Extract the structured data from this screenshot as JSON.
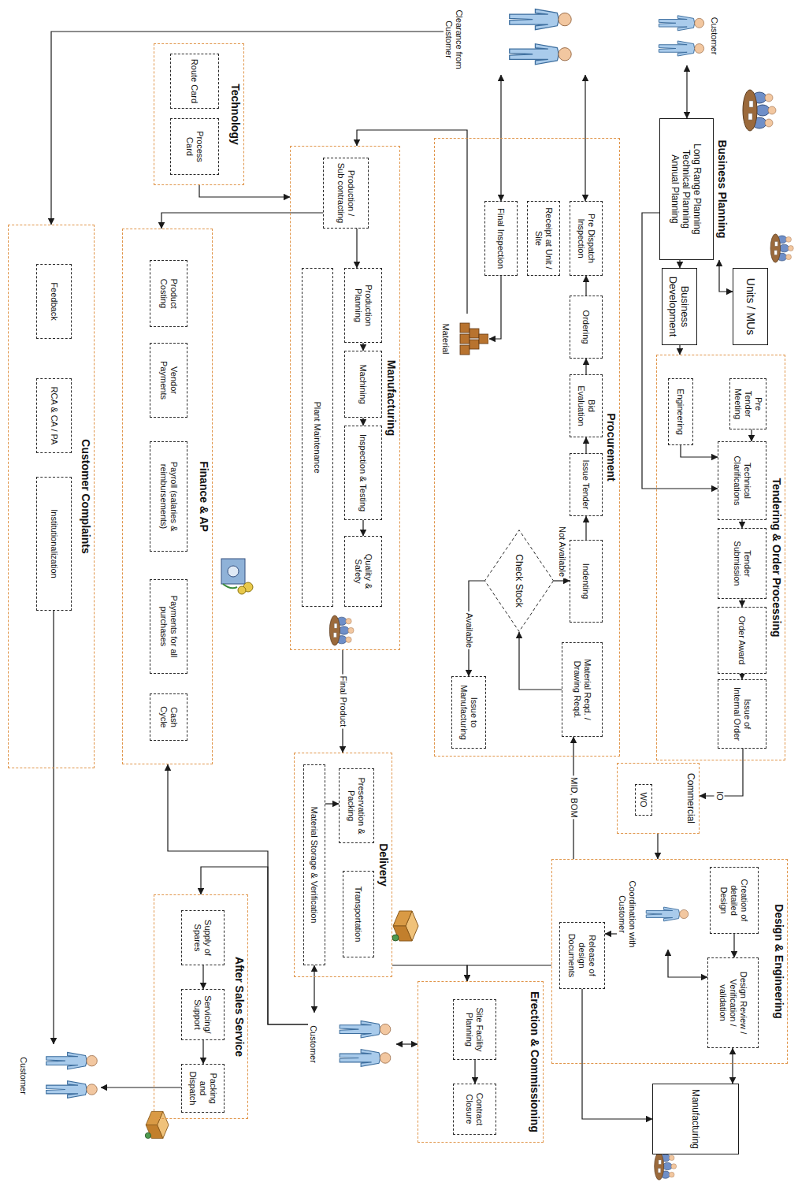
{
  "diagram": {
    "nodes": [
      {
        "text": [
          "Customer"
        ]
      },
      {
        "text": [
          "Business Planning",
          "Long Range Planning Technical Planning Annual Planning"
        ]
      },
      {
        "text": [
          "Units / MUs"
        ]
      },
      {
        "text": [
          "Business Development"
        ]
      },
      {
        "text": [
          "Tendering & Order Processing"
        ]
      },
      {
        "text": [
          "Pre Tender Meeting"
        ],
        "in": 4
      },
      {
        "text": [
          "Engineering"
        ],
        "in": 4
      },
      {
        "text": [
          "Technical Clarifications"
        ],
        "in": 4
      },
      {
        "text": [
          "Tender Submission"
        ],
        "in": 4
      },
      {
        "text": [
          "Order Award"
        ],
        "in": 4
      },
      {
        "text": [
          "Issue of Internal Order"
        ],
        "in": 4
      },
      {
        "text": [
          "Clearance from Customer"
        ]
      },
      {
        "text": [
          "Procurement"
        ]
      },
      {
        "text": [
          "Pre Dispatch Inspection"
        ],
        "in": 12
      },
      {
        "text": [
          "Receipt at Unit / Site"
        ],
        "in": 12
      },
      {
        "text": [
          "Final Inspection"
        ],
        "in": 12
      },
      {
        "text": [
          "Ordering"
        ],
        "in": 12
      },
      {
        "text": [
          "Bid Evaluation"
        ],
        "in": 12
      },
      {
        "text": [
          "Issue Tender"
        ],
        "in": 12
      },
      {
        "text": [
          "Indenting"
        ],
        "in": 12
      },
      {
        "text": [
          "Material Reqd. / Drawing Reqd."
        ],
        "in": 12
      },
      {
        "text": [
          "Check Stock"
        ],
        "in": 12
      },
      {
        "text": [
          "Issue to Manufacturing"
        ],
        "in": 12
      },
      {
        "text": [
          "Material"
        ],
        "in": 12
      },
      {
        "text": [
          "Commercial"
        ]
      },
      {
        "text": [
          "WO"
        ],
        "in": 24
      },
      {
        "text": [
          "Technology"
        ]
      },
      {
        "text": [
          "Route Card"
        ],
        "in": 26
      },
      {
        "text": [
          "Process Card"
        ],
        "in": 26
      },
      {
        "text": [
          "Manufacturing"
        ]
      },
      {
        "text": [
          "Production / Sub contracting"
        ],
        "in": 29
      },
      {
        "text": [
          "Production Planning"
        ],
        "in": 29
      },
      {
        "text": [
          "Machining"
        ],
        "in": 29
      },
      {
        "text": [
          "Inspection & Testing"
        ],
        "in": 29
      },
      {
        "text": [
          "Quality & Safety"
        ],
        "in": 29
      },
      {
        "text": [
          "Plant Maintenance"
        ],
        "in": 29
      },
      {
        "text": [
          "Design & Engineering"
        ]
      },
      {
        "text": [
          "Creation of detailed Design"
        ],
        "in": 36
      },
      {
        "text": [
          "Design Review / Verification / validation"
        ],
        "in": 36
      },
      {
        "text": [
          "Coordination with Customer"
        ],
        "in": 36
      },
      {
        "text": [
          "Release of design Documents"
        ],
        "in": 36
      },
      {
        "text": [
          "Manufacturing"
        ]
      },
      {
        "text": [
          "Finance & AP"
        ]
      },
      {
        "text": [
          "Product Costing"
        ],
        "in": 42
      },
      {
        "text": [
          "Vendor Payments"
        ],
        "in": 42
      },
      {
        "text": [
          "Payroll (salaries & reimbursements)"
        ],
        "in": 42
      },
      {
        "text": [
          "Payments for all purchases"
        ],
        "in": 42
      },
      {
        "text": [
          "Cash Cycle"
        ],
        "in": 42
      },
      {
        "text": [
          "Delivery"
        ]
      },
      {
        "text": [
          "Preservation & Packing"
        ],
        "in": 48
      },
      {
        "text": [
          "Transportation"
        ],
        "in": 48
      },
      {
        "text": [
          "Material Storage & Verification"
        ],
        "in": 48
      },
      {
        "text": [
          "Erection & Commissioning"
        ]
      },
      {
        "text": [
          "Site Facility Planning"
        ],
        "in": 52
      },
      {
        "text": [
          "Contract Closure"
        ],
        "in": 52
      },
      {
        "text": [
          "Customer"
        ]
      },
      {
        "text": [
          "After Sales Service"
        ]
      },
      {
        "text": [
          "Supply of Spares"
        ],
        "in": 56
      },
      {
        "text": [
          "Servicing/ Support"
        ],
        "in": 56
      },
      {
        "text": [
          "Packing and Dispatch"
        ],
        "in": 56
      },
      {
        "text": [
          "Customer Complaints"
        ]
      },
      {
        "text": [
          "Feedback"
        ],
        "in": 60
      },
      {
        "text": [
          "RCA & CA / PA"
        ],
        "in": 60
      },
      {
        "text": [
          "Institutionalization"
        ],
        "in": 60
      },
      {
        "text": [
          "Customer"
        ]
      }
    ],
    "edges": [
      {
        "from": 0,
        "to": 1,
        "arrow": "both"
      },
      {
        "from": 1,
        "to": 2,
        "arrow": "both"
      },
      {
        "from": 1,
        "to": 3,
        "arrow": "to"
      },
      {
        "from": 1,
        "to": 7,
        "arrow": "to"
      },
      {
        "from": 3,
        "to": 4,
        "arrow": "to"
      },
      {
        "from": 5,
        "to": 7,
        "arrow": "to"
      },
      {
        "from": 6,
        "to": 7,
        "arrow": "to"
      },
      {
        "from": 7,
        "to": 8,
        "arrow": "to"
      },
      {
        "from": 8,
        "to": 9,
        "arrow": "to"
      },
      {
        "from": 9,
        "to": 10,
        "arrow": "to"
      },
      {
        "from": 10,
        "to": 24,
        "label": "IO",
        "arrow": "to"
      },
      {
        "from": 24,
        "to": 36,
        "arrow": "to"
      },
      {
        "from": 36,
        "to": 20,
        "label": "MID, BOM",
        "arrow": "to"
      },
      {
        "from": 20,
        "to": 21,
        "arrow": "to"
      },
      {
        "from": 21,
        "to": 19,
        "label": "Not Available",
        "arrow": "to"
      },
      {
        "from": 21,
        "to": 22,
        "label": "Available",
        "arrow": "to"
      },
      {
        "from": 19,
        "to": 18,
        "arrow": "to"
      },
      {
        "from": 18,
        "to": 17,
        "arrow": "to"
      },
      {
        "from": 17,
        "to": 16,
        "arrow": "to"
      },
      {
        "from": 16,
        "to": 13,
        "arrow": "to"
      },
      {
        "from": 13,
        "to": 11,
        "arrow": "both"
      },
      {
        "from": 15,
        "to": 11,
        "arrow": "both"
      },
      {
        "from": 15,
        "to": 23,
        "arrow": "to"
      },
      {
        "from": 23,
        "to": 29,
        "arrow": "to"
      },
      {
        "from": 11,
        "to": 60,
        "arrow": "to"
      },
      {
        "from": 26,
        "to": 29,
        "arrow": "to"
      },
      {
        "from": 30,
        "to": 31,
        "arrow": "to"
      },
      {
        "from": 31,
        "to": 32,
        "arrow": "to"
      },
      {
        "from": 32,
        "to": 33,
        "arrow": "to"
      },
      {
        "from": 33,
        "to": 34,
        "arrow": "to"
      },
      {
        "from": 30,
        "to": 42,
        "arrow": "to"
      },
      {
        "from": 29,
        "to": 48,
        "label": "Final Product",
        "arrow": "to"
      },
      {
        "from": 37,
        "to": 38,
        "arrow": "to"
      },
      {
        "from": 38,
        "to": 39,
        "arrow": "both"
      },
      {
        "from": 39,
        "to": 40,
        "arrow": "to"
      },
      {
        "from": 40,
        "to": 41,
        "arrow": "to"
      },
      {
        "from": 41,
        "to": 38,
        "arrow": "both"
      },
      {
        "from": 36,
        "to": 52,
        "arrow": "to"
      },
      {
        "from": 48,
        "to": 52,
        "arrow": "to"
      },
      {
        "from": 51,
        "to": 49,
        "arrow": "to"
      },
      {
        "from": 51,
        "to": 55,
        "arrow": "both"
      },
      {
        "from": 55,
        "to": 52,
        "arrow": "both"
      },
      {
        "from": 53,
        "to": 54,
        "arrow": "to"
      },
      {
        "from": 55,
        "to": 42,
        "arrow": "to"
      },
      {
        "from": 55,
        "to": 56,
        "arrow": "to"
      },
      {
        "from": 57,
        "to": 58,
        "arrow": "to"
      },
      {
        "from": 58,
        "to": 59,
        "arrow": "to"
      },
      {
        "from": 59,
        "to": 64,
        "arrow": "to"
      },
      {
        "from": 63,
        "to": 64,
        "arrow": "to"
      }
    ]
  }
}
